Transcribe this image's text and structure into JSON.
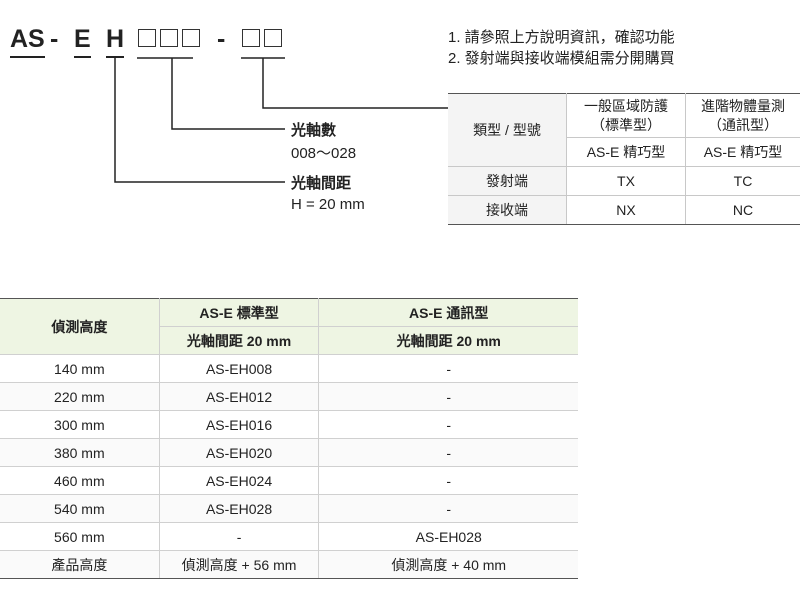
{
  "model_code": {
    "prefix": "AS",
    "dash1": "-",
    "series": "E",
    "type": "H",
    "dash2": "-"
  },
  "notes": [
    "1. 請參照上方說明資訊，確認功能",
    "2. 發射端與接收端模組需分開購買"
  ],
  "callouts": {
    "axis_count_title": "光軸數",
    "axis_count_value": "008～028",
    "pitch_title": "光軸間距",
    "pitch_value": "H = 20 mm"
  },
  "spec_table": {
    "header_label": "類型 / 型號",
    "col1_title": "一般區域防護\n（標準型）",
    "col2_title": "進階物體量測\n（通訊型）",
    "col1_model": "AS-E 精巧型",
    "col2_model": "AS-E 精巧型",
    "rows": [
      {
        "label": "發射端",
        "col1": "TX",
        "col2": "TC"
      },
      {
        "label": "接收端",
        "col1": "NX",
        "col2": "NC"
      }
    ]
  },
  "range_table": {
    "header_first": "偵測高度",
    "header_std": "AS-E 標準型",
    "header_comm": "AS-E 通訊型",
    "subheader_std": "光軸間距 20 mm",
    "subheader_comm": "光軸間距 20 mm",
    "rows": [
      {
        "height": "140 mm",
        "std": "AS-EH008",
        "comm": "-"
      },
      {
        "height": "220 mm",
        "std": "AS-EH012",
        "comm": "-"
      },
      {
        "height": "300 mm",
        "std": "AS-EH016",
        "comm": "-"
      },
      {
        "height": "380 mm",
        "std": "AS-EH020",
        "comm": "-"
      },
      {
        "height": "460 mm",
        "std": "AS-EH024",
        "comm": "-"
      },
      {
        "height": "540 mm",
        "std": "AS-EH028",
        "comm": "-"
      },
      {
        "height": "560 mm",
        "std": "-",
        "comm": "AS-EH028"
      },
      {
        "height": "產品高度",
        "std": "偵測高度 + 56 mm",
        "comm": "偵測高度 + 40 mm"
      }
    ]
  }
}
